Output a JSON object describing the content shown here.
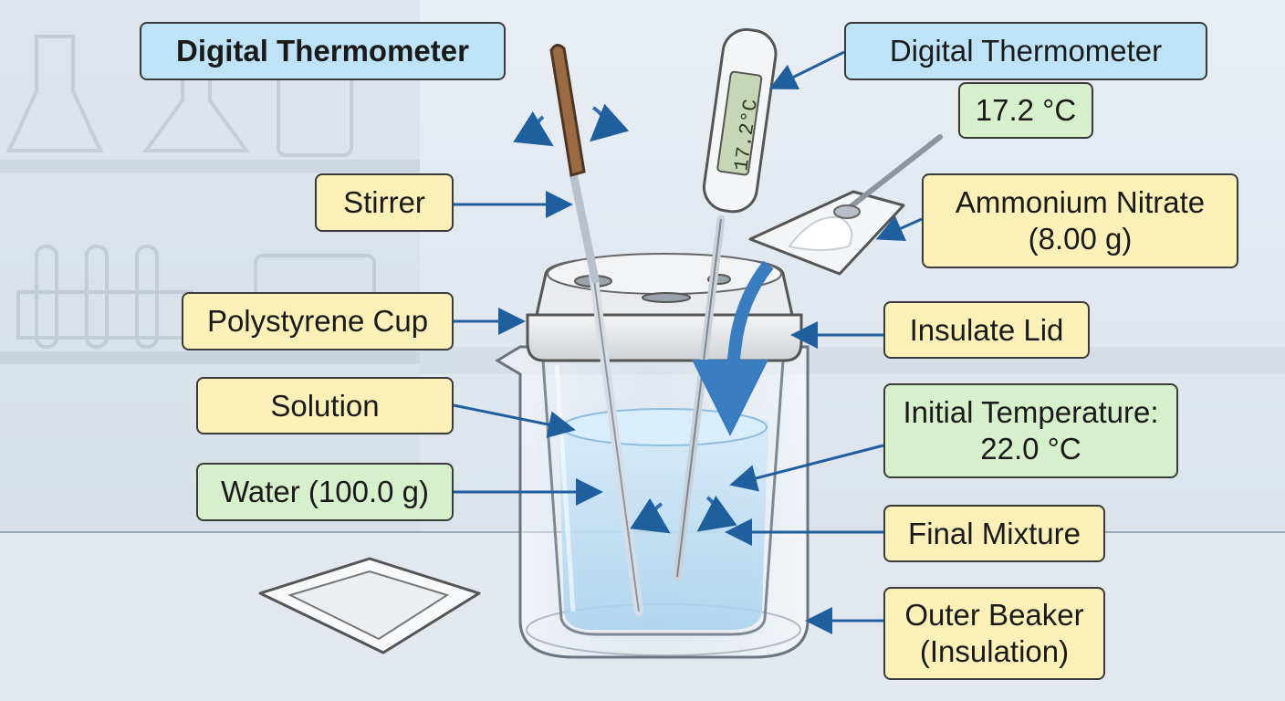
{
  "labels": {
    "digital_thermometer_left": "Digital Thermometer",
    "digital_thermometer_right": "Digital Thermometer",
    "thermometer_reading_box": "17.2 °C",
    "thermometer_display": "17.2°C",
    "stirrer": "Stirrer",
    "polystyrene_cup": "Polystyrene Cup",
    "solution": "Solution",
    "water": "Water (100.0 g)",
    "ammonium_nitrate": [
      "Ammonium Nitrate",
      "(8.00 g)"
    ],
    "insulate_lid": "Insulate Lid",
    "initial_temperature": [
      "Initial Temperature:",
      "22.0 °C"
    ],
    "final_mixture": "Final Mixture",
    "outer_beaker": [
      "Outer Beaker",
      "(Insulation)"
    ]
  },
  "colors": {
    "yellow_label": "#fbf0b8",
    "blue_label": "#bfe3f6",
    "green_label": "#d6f0cc",
    "arrow": "#1f5f9e",
    "water": "#bcdcf2"
  }
}
